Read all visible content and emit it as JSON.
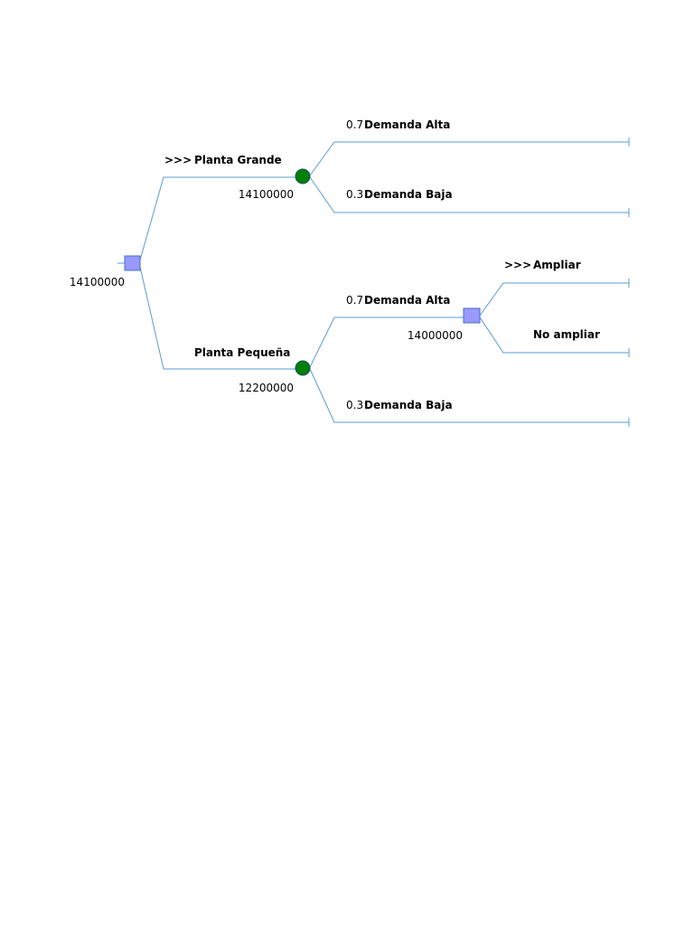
{
  "colors": {
    "line": "#5b9bd5",
    "decision_fill": "#9999ff",
    "decision_stroke": "#4472c4",
    "chance_fill": "#008000",
    "chance_stroke": "#1f4e79",
    "text": "#000000"
  },
  "tree": {
    "root": {
      "value": "14100000"
    },
    "planta_grande": {
      "marker": ">>>",
      "label": "Planta Grande",
      "value": "14100000",
      "alta": {
        "prob": "0.7",
        "label": "Demanda Alta"
      },
      "baja": {
        "prob": "0.3",
        "label": "Demanda Baja"
      }
    },
    "planta_pequena": {
      "label": "Planta Pequeña",
      "value": "12200000",
      "alta": {
        "prob": "0.7",
        "label": "Demanda Alta",
        "decision_value": "14000000",
        "ampliar": {
          "marker": ">>>",
          "label": "Ampliar"
        },
        "no_ampliar": {
          "label": "No ampliar"
        }
      },
      "baja": {
        "prob": "0.3",
        "label": "Demanda Baja"
      }
    }
  }
}
